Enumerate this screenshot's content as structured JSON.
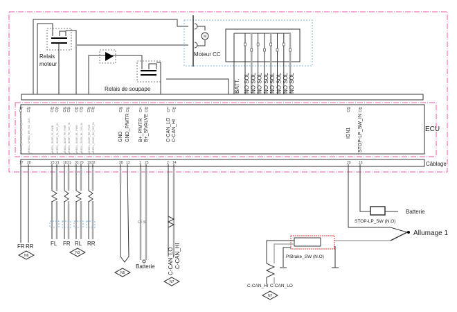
{
  "components": {
    "relay_motor": "Relais\nmoteur",
    "relay_motor_line1": "Relais",
    "relay_motor_line2": "moteur",
    "relay_valve": "Relais de soupape",
    "motor": "Moteur CC",
    "motor_symbol": "M",
    "ecu": "ECU",
    "harness": "Câblage",
    "batt": "BATT.",
    "solenoids": [
      "NO SOL",
      "NO SOL",
      "NO SOL",
      "NO SOL",
      "NO SOL",
      "NO SOL",
      "NO SOL",
      "NO SOL"
    ]
  },
  "ecu_pins": [
    {
      "pin": "17",
      "signal": "WHEEL_SPEED_FR_SIG_OUT"
    },
    {
      "pin": "28",
      "signal": "WHEEL_SPEED_RR_SIG_OUT"
    },
    {
      "pin": "23",
      "signal": "WHEEL_SNSR_FL_PWR"
    },
    {
      "pin": "21",
      "signal": "WHEEL_SNSR_FL_SIG_IN"
    },
    {
      "pin": "18",
      "signal": "WHEEL_SNSR_FR_PWR"
    },
    {
      "pin": "31",
      "signal": "WHEEL_SNSR_FR_SIG_IN"
    },
    {
      "pin": "33",
      "signal": "WHEEL_SNSR_RL_PWR"
    },
    {
      "pin": "20",
      "signal": "WHEEL_SNSR_RL_SIG_IN"
    },
    {
      "pin": "19",
      "signal": "WHEEL_SNSR_RR_PWR"
    },
    {
      "pin": "32",
      "signal": "WHEEL_SNSR_RR_SIG_IN"
    },
    {
      "pin": "38",
      "signal": "GND"
    },
    {
      "pin": "13",
      "signal": "GND_P/MTR"
    },
    {
      "pin": "1",
      "signal": "B+_P/MTR"
    },
    {
      "pin": "25",
      "signal": "B+_S/VALVE"
    },
    {
      "pin": "2",
      "signal": "C-CAN_LO"
    },
    {
      "pin": "14",
      "signal": "C-CAN_HI"
    },
    {
      "pin": "29",
      "signal": "IGN1"
    },
    {
      "pin": "16",
      "signal": "STOP-LP_SW_IN"
    }
  ],
  "lower": {
    "speed_out": [
      "FR",
      "RR"
    ],
    "speed_conn": "N6",
    "wheels": [
      "FL",
      "FR",
      "RL",
      "RR"
    ],
    "wheel_conn": "N3",
    "gnd_conn": "N5",
    "batt_fuse": "F0  8F",
    "batterie": "Batterie",
    "can_lo": "C-CAN_LO",
    "can_hi": "C-CAN_HI",
    "can_conn": "N7",
    "stop_sw": "STOP-LP_SW (N.O)",
    "batterie2": "Batterie",
    "allumage": "Allumage 1",
    "brake_sw": "P/Brake_SW (N.O)",
    "can_hi2": "C-CAN_HI",
    "can_lo2": "C-CAN_LO",
    "can_conn2": "N7"
  },
  "colors": {
    "boundary": "#e85aa8",
    "motor_box": "#7fb4e0",
    "wire": "#333333",
    "wire_alt": "#aaaaaa"
  }
}
